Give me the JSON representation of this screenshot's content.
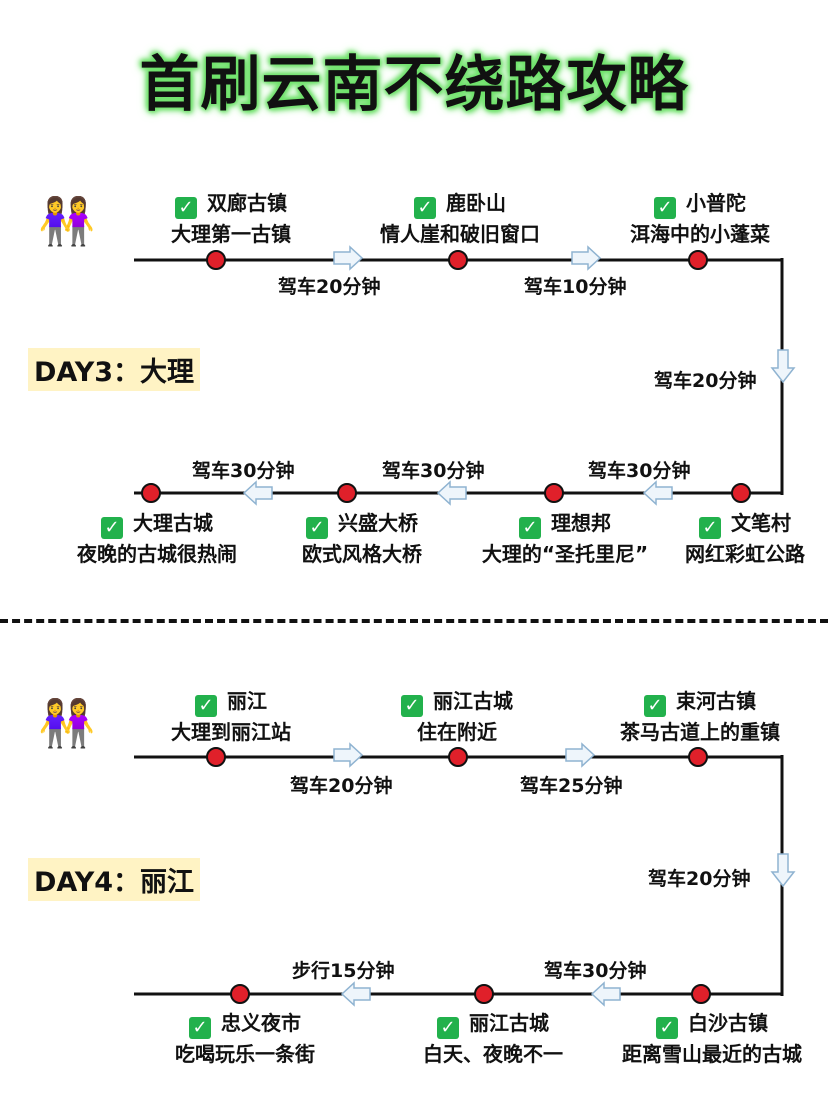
{
  "title": "首刷云南不绕路攻略",
  "people_icon": "two-women-holding-hands-emoji",
  "check_icon": "green-checkmark-icon",
  "colors": {
    "stop_dot": "#e0202a",
    "line": "#111111",
    "label_bg": "#fff3c4",
    "title_glow": "#6ee36a",
    "check_bg": "#22b14c"
  },
  "day3": {
    "label": "DAY3：大理",
    "top_stops": [
      {
        "name": "双廊古镇",
        "desc": "大理第一古镇"
      },
      {
        "name": "鹿卧山",
        "desc": "情人崖和破旧窗口"
      },
      {
        "name": "小普陀",
        "desc": "洱海中的小蓬菜"
      }
    ],
    "top_drives": [
      "驾车20分钟",
      "驾车10分钟"
    ],
    "side_drive": "驾车20分钟",
    "bottom_stops": [
      {
        "name": "大理古城",
        "desc": "夜晚的古城很热闹"
      },
      {
        "name": "兴盛大桥",
        "desc": "欧式风格大桥"
      },
      {
        "name": "理想邦",
        "desc": "大理的“圣托里尼”"
      },
      {
        "name": "文笔村",
        "desc": "网红彩虹公路"
      }
    ],
    "bottom_drives": [
      "驾车30分钟",
      "驾车30分钟",
      "驾车30分钟"
    ]
  },
  "day4": {
    "label": "DAY4：丽江",
    "top_stops": [
      {
        "name": "丽江",
        "desc": "大理到丽江站"
      },
      {
        "name": "丽江古城",
        "desc": "住在附近"
      },
      {
        "name": "束河古镇",
        "desc": "茶马古道上的重镇"
      }
    ],
    "top_drives": [
      "驾车20分钟",
      "驾车25分钟"
    ],
    "side_drive": "驾车20分钟",
    "bottom_stops": [
      {
        "name": "忠义夜市",
        "desc": "吃喝玩乐一条街"
      },
      {
        "name": "丽江古城",
        "desc": "白天、夜晚不一"
      },
      {
        "name": "白沙古镇",
        "desc": "距离雪山最近的古城"
      }
    ],
    "bottom_drives": [
      "步行15分钟",
      "驾车30分钟"
    ]
  }
}
